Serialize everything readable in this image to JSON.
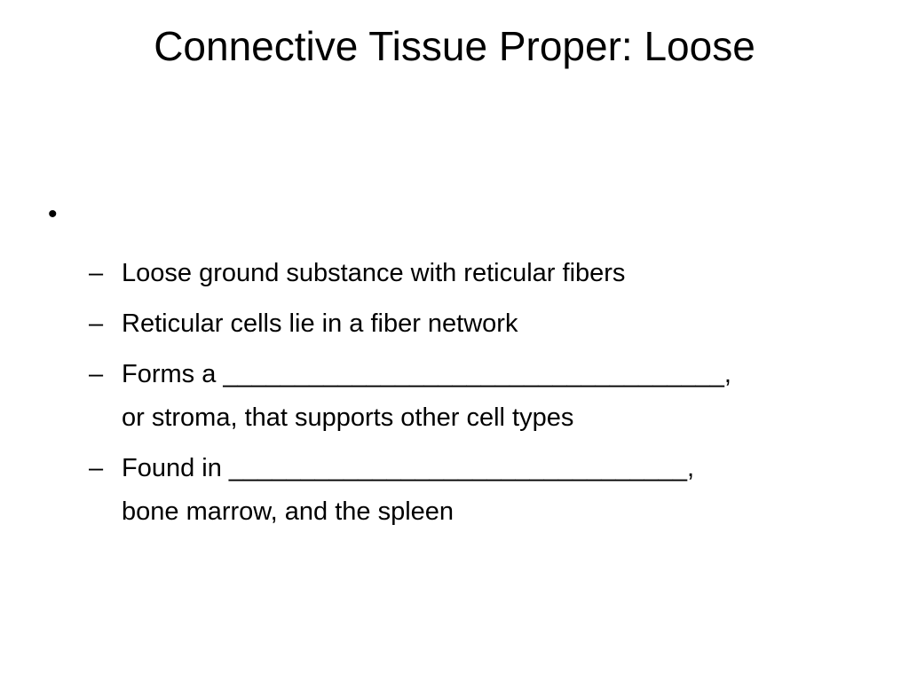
{
  "slide": {
    "title": "Connective Tissue Proper: Loose",
    "bullet_symbol": "•",
    "dash_symbol": "–",
    "items": [
      {
        "line1": "Loose ground substance with reticular fibers",
        "line2": ""
      },
      {
        "line1": "Reticular cells lie in a fiber network",
        "line2": ""
      },
      {
        "line1": "Forms a ___________________________________,",
        "line2": "or stroma, that supports other cell types"
      },
      {
        "line1": "Found in ________________________________,",
        "line2": "bone marrow, and the spleen"
      }
    ]
  }
}
